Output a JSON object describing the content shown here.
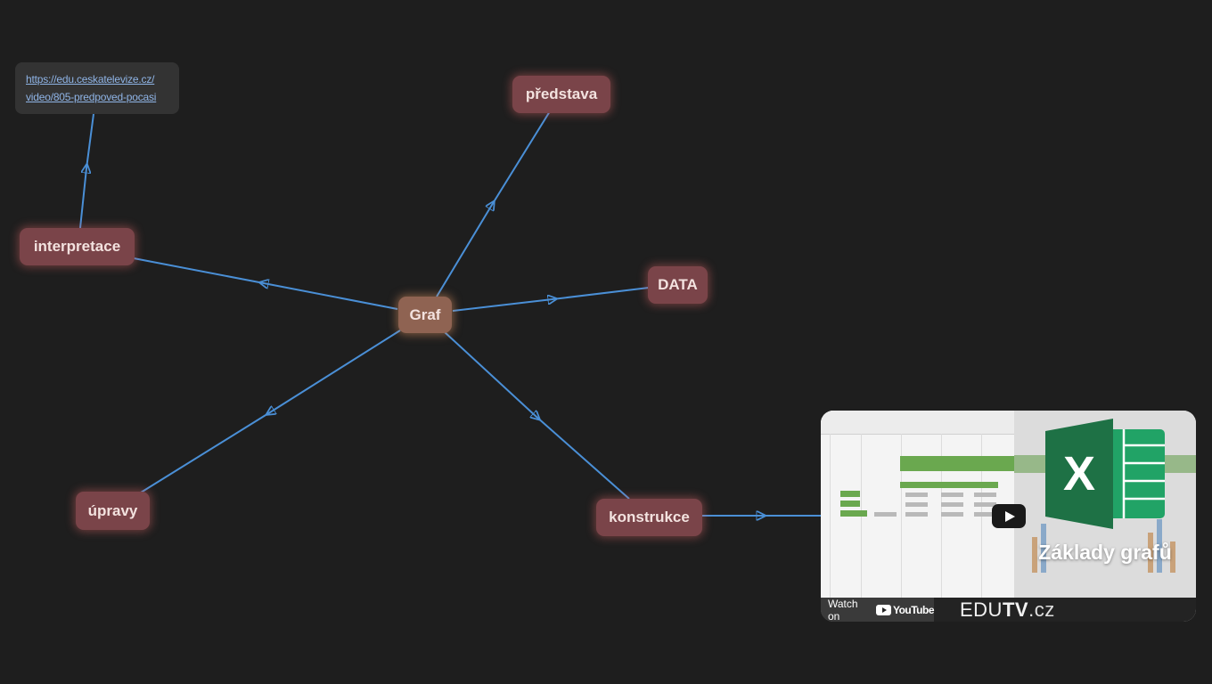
{
  "mindmap": {
    "central": {
      "label": "Graf"
    },
    "nodes": [
      {
        "key": "predstava",
        "label": "představa"
      },
      {
        "key": "data",
        "label": "DATA"
      },
      {
        "key": "interpretace",
        "label": "interpretace"
      },
      {
        "key": "upravy",
        "label": "úpravy"
      },
      {
        "key": "konstrukce",
        "label": "konstrukce"
      }
    ],
    "link_card": {
      "line1": "https://edu.ceskatelevize.cz/",
      "line2": "video/805-predpoved-pocasi"
    },
    "video": {
      "title": "Základy grafů",
      "watch_label": "Watch on",
      "youtube_label": "YouTube",
      "brand_edu": "EDU",
      "brand_tv": "TV",
      "brand_cz": ".cz",
      "logo_letter": "X"
    },
    "colors": {
      "background": "#1e1e1e",
      "node_fill": "#7a4449",
      "central_fill": "#8f6352",
      "edge": "#4a8fd6",
      "link": "#8fb4e6",
      "excel_green": "#1e7145"
    }
  }
}
